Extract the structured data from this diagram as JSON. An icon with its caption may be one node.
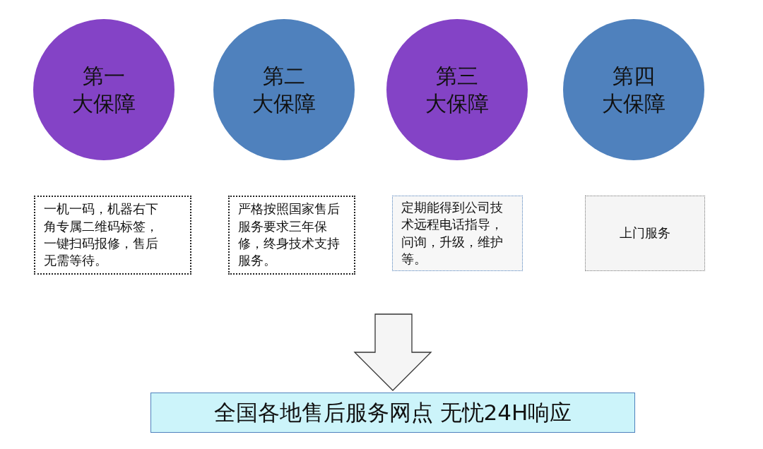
{
  "diagram": {
    "nodes": [
      {
        "text": [
          "第一",
          "大保障"
        ]
      },
      {
        "text": [
          "第二",
          "大保障"
        ]
      },
      {
        "text": [
          "第三",
          "大保障"
        ]
      },
      {
        "text": [
          "第四",
          "大保障"
        ]
      },
      {
        "text": [
          "一机一码，机器右下角专属二维码标签，一键扫码报修，售后无需等待。"
        ]
      },
      {
        "text": [
          "严格按照国家售后服务要求三年保修，终身技术支持服务。"
        ]
      },
      {
        "text": [
          "定期能得到公司技术远程电话指导，问询，升级，维护等。"
        ]
      },
      {
        "text": [
          "上门服务"
        ]
      },
      {
        "text": [
          "全国各地售后服务网点 无忧24H响应"
        ]
      }
    ],
    "edges": [
      {
        "from": null,
        "to": 8,
        "arrow": "to"
      }
    ]
  }
}
